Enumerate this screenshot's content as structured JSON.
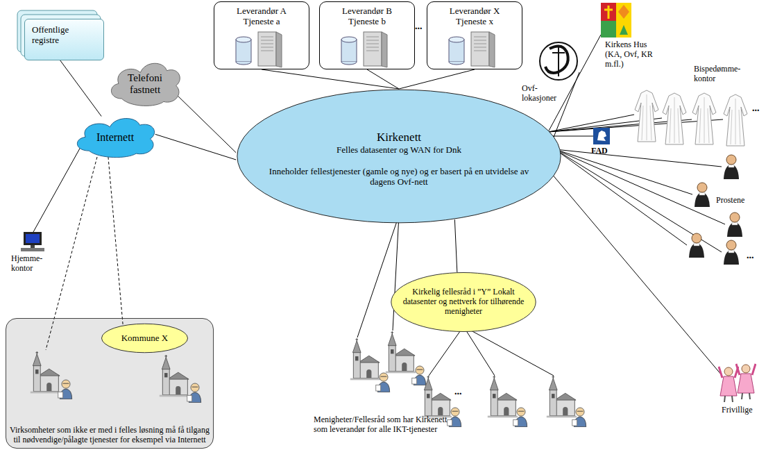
{
  "diagram": {
    "nodes": [
      {
        "text": [
          "Offentlige registre"
        ]
      },
      {
        "text": [
          "Telefoni fastnett"
        ]
      },
      {
        "text": [
          "Internett"
        ]
      },
      {
        "text": [
          "Leverandør A",
          "Tjeneste a"
        ]
      },
      {
        "text": [
          "Leverandør B",
          "Tjeneste b"
        ]
      },
      {
        "text": [
          "Leverandør X",
          "Tjeneste x"
        ]
      },
      {
        "text": [
          "Kirkenett",
          "Felles datasenter og WAN for Dnk",
          "Inneholder fellestjenester (gamle og nye) og er basert på en utvidelse av dagens Ovf-nett"
        ]
      },
      {
        "text": [
          "Virksomheter som ikke er med i felles løsning må få tilgang til nødvendige/pålagte tjenester for eksempel via Internett"
        ]
      },
      {
        "text": [
          "Kommune X"
        ],
        "in": 7
      },
      {
        "text": [
          "Kirkelig fellesråd i ”Y” Lokalt datasenter og nettverk for tilhørende menigheter"
        ]
      }
    ],
    "edges": [
      {
        "from": 0,
        "to": 2,
        "arrow": "none"
      },
      {
        "from": 1,
        "to": 6,
        "arrow": "none"
      },
      {
        "from": 2,
        "to": 6,
        "arrow": "none"
      },
      {
        "from": 3,
        "to": 6,
        "arrow": "none"
      },
      {
        "from": 4,
        "to": 6,
        "arrow": "none"
      },
      {
        "from": 5,
        "to": 6,
        "arrow": "none"
      },
      {
        "from": 2,
        "to": 8,
        "arrow": "none"
      },
      {
        "from": 6,
        "to": 9,
        "arrow": "none"
      }
    ],
    "labels": [
      "Ovf-lokasjoner",
      "Kirkens Hus (KA, Ovf, KR m.fl.)",
      "Bispedømme-kontor",
      "...",
      "FAD",
      "Prostene",
      "...",
      "Frivillige",
      "Hjemme-kontor",
      "Menigheter/Fellesråd som har Kirkenett som leverandør for alle IKT-tjenester",
      "...",
      "..."
    ]
  }
}
